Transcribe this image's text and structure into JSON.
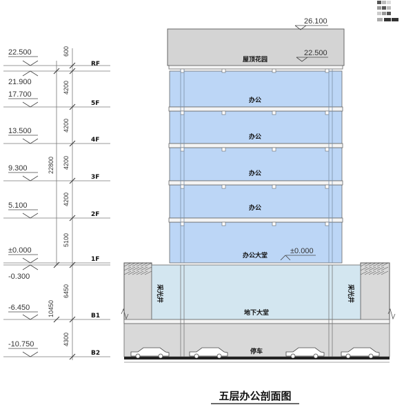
{
  "drawing": {
    "title": "五层办公剖面图",
    "roof_top_elevation": "26.100",
    "roof_elevation_mark": "22.500",
    "roof_label": "屋顶花园",
    "ground_elevation_mark": "±0.000"
  },
  "levels": [
    {
      "elev": "22.500",
      "floor": "RF"
    },
    {
      "elev": "21.900",
      "floor": ""
    },
    {
      "elev": "17.700",
      "floor": "5F"
    },
    {
      "elev": "13.500",
      "floor": "4F"
    },
    {
      "elev": "9.300",
      "floor": "3F"
    },
    {
      "elev": "5.100",
      "floor": "2F"
    },
    {
      "elev": "±0.000",
      "floor": "1F"
    },
    {
      "elev": "-0.300",
      "floor": ""
    },
    {
      "elev": "-6.450",
      "floor": "B1"
    },
    {
      "elev": "-10.750",
      "floor": "B2"
    }
  ],
  "dimensions": {
    "segments": [
      "600",
      "4200",
      "4200",
      "4200",
      "4200",
      "5100",
      "6450",
      "4300"
    ],
    "above_total": "22800",
    "below_total": "10450"
  },
  "rooms": {
    "office": "办公",
    "lobby": "办公大堂",
    "basement_hall": "地下大堂",
    "lightwell": "采光井",
    "parking": "停车"
  },
  "colors": {
    "office_fill": "#bcd6f6",
    "basement_fill": "#d3e6f0",
    "roof_fill": "#d4d4d4",
    "ground_fill": "#d9d9d9",
    "outline": "#555555"
  }
}
